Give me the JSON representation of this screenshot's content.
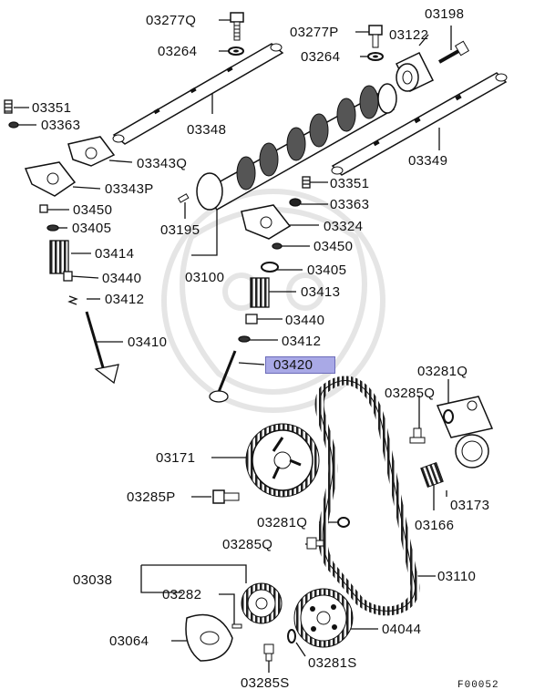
{
  "diagram": {
    "labels": {
      "p03277q": "03277Q",
      "p03264_left": "03264",
      "p03351_left": "03351",
      "p03363_left": "03363",
      "p03348": "03348",
      "p03343q": "03343Q",
      "p03343p": "03343P",
      "p03450_left": "03450",
      "p03405_left": "03405",
      "p03414": "03414",
      "p03440_left": "03440",
      "p03412_left": "03412",
      "p03410": "03410",
      "p03195": "03195",
      "p03100": "03100",
      "p03277p": "03277P",
      "p03264_right": "03264",
      "p03122": "03122",
      "p03198": "03198",
      "p03349": "03349",
      "p03351_right": "03351",
      "p03363_right": "03363",
      "p03324": "03324",
      "p03450_right": "03450",
      "p03405_right": "03405",
      "p03413": "03413",
      "p03440_right": "03440",
      "p03412_right": "03412",
      "p03420": "03420",
      "p03281q_top": "03281Q",
      "p03285q_top": "03285Q",
      "p03171": "03171",
      "p03285p": "03285P",
      "p03173": "03173",
      "p03166": "03166",
      "p03281q_mid": "03281Q",
      "p03285q_mid": "03285Q",
      "p03110": "03110",
      "p03038": "03038",
      "p03282": "03282",
      "p03064": "03064",
      "p04044": "04044",
      "p03281s": "03281S",
      "p03285s": "03285S"
    },
    "highlighted_part": "03420",
    "figure_code": "F00052",
    "colors": {
      "highlight": "#a9a9e6",
      "line": "#111111"
    }
  }
}
